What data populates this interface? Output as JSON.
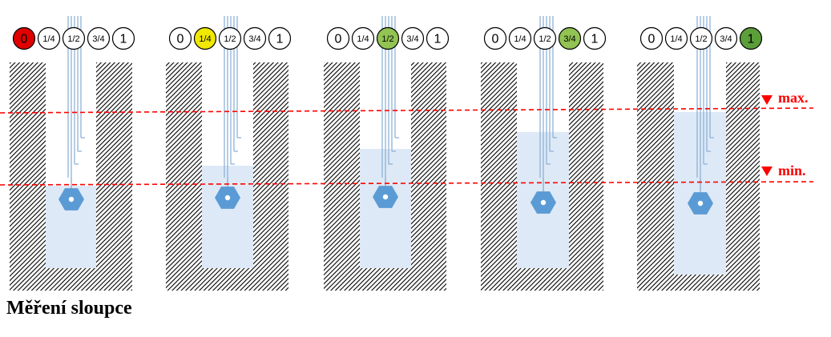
{
  "title": "Měření sloupce",
  "levels": [
    "0",
    "1/4",
    "1/2",
    "3/4",
    "1"
  ],
  "max_label": "max.",
  "min_label": "min.",
  "panels": [
    {
      "active": 0,
      "color": "#e00000",
      "fill": 0.0
    },
    {
      "active": 1,
      "color": "#f0e800",
      "fill": 0.25
    },
    {
      "active": 2,
      "color": "#92c353",
      "fill": 0.5
    },
    {
      "active": 3,
      "color": "#92c353",
      "fill": 0.75
    },
    {
      "active": 4,
      "color": "#5c9e3a",
      "fill": 1.0
    }
  ],
  "colors": {
    "threshold": "#ff0000",
    "water": "#dde9f6",
    "float": "#5b9bd5",
    "hatch": "#000000"
  }
}
